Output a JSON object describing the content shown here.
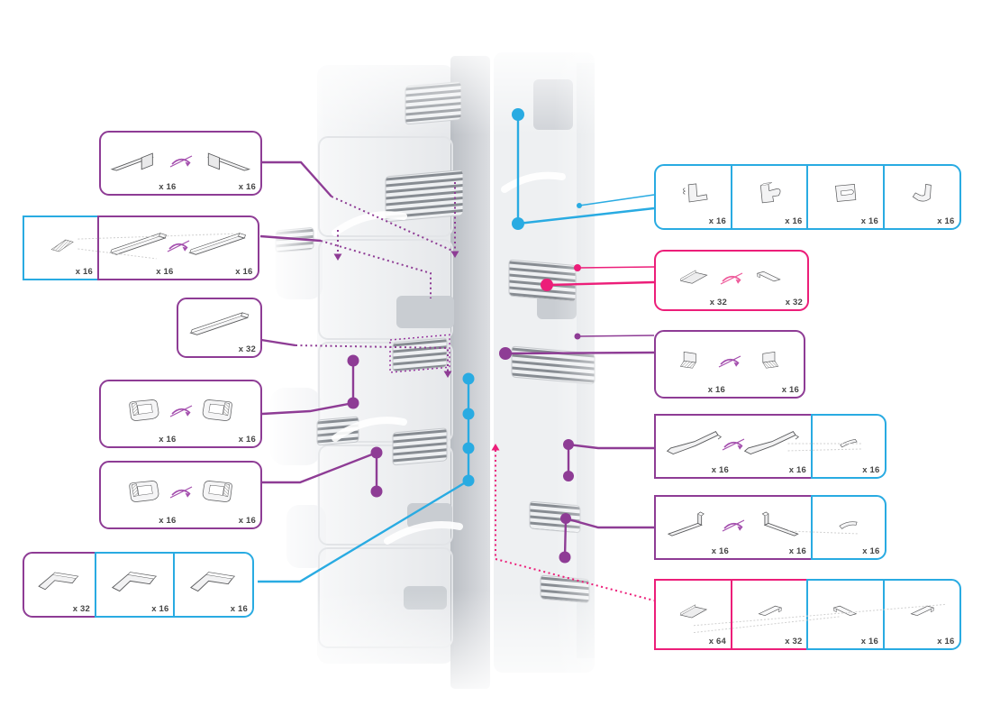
{
  "title": "construction-kit-exploded-parts-diagram",
  "colors": {
    "purple": "#8e3c95",
    "pink": "#ec1e79",
    "blue": "#29abe2",
    "part_outline": "#58595b"
  },
  "tower": {
    "name": "tower-model-illustration"
  },
  "boxes": {
    "l1": {
      "accent": "purple",
      "sections": [
        {
          "style": "purple",
          "flip_arrow": true,
          "parts": [
            {
              "shape": "step-bar",
              "qty": "x 16"
            },
            {
              "shape": "step-bar",
              "qty": "x 16"
            }
          ]
        }
      ]
    },
    "l2": {
      "accent": "blue+purple",
      "sections": [
        {
          "style": "blue",
          "parts": [
            {
              "shape": "hatch-plate",
              "qty": "x 16"
            }
          ]
        },
        {
          "style": "purple",
          "flip_arrow": true,
          "parts": [
            {
              "shape": "rod",
              "qty": "x 16"
            },
            {
              "shape": "rod",
              "qty": "x 16"
            }
          ]
        }
      ]
    },
    "l3": {
      "accent": "purple",
      "sections": [
        {
          "style": "purple",
          "parts": [
            {
              "shape": "rod",
              "qty": "x 32"
            }
          ]
        }
      ]
    },
    "l4": {
      "accent": "purple",
      "sections": [
        {
          "style": "purple",
          "flip_arrow": true,
          "parts": [
            {
              "shape": "clip",
              "qty": "x 16"
            },
            {
              "shape": "clip",
              "qty": "x 16"
            }
          ]
        }
      ]
    },
    "l5": {
      "accent": "purple",
      "sections": [
        {
          "style": "purple",
          "flip_arrow": true,
          "parts": [
            {
              "shape": "clip",
              "qty": "x 16"
            },
            {
              "shape": "clip",
              "qty": "x 16"
            }
          ]
        }
      ]
    },
    "l6": {
      "accent": "purple+blue",
      "sections": [
        {
          "style": "purple",
          "parts": [
            {
              "shape": "l-bracket",
              "qty": "x 32"
            }
          ]
        },
        {
          "style": "blue",
          "parts": [
            {
              "shape": "l-bracket",
              "qty": "x 16"
            }
          ]
        },
        {
          "style": "blue",
          "parts": [
            {
              "shape": "l-bracket",
              "qty": "x 16"
            }
          ]
        }
      ]
    },
    "r1": {
      "accent": "blue",
      "sections": [
        {
          "style": "blue",
          "parts": [
            {
              "shape": "bracket-1",
              "qty": "x 16"
            }
          ]
        },
        {
          "style": "blue",
          "parts": [
            {
              "shape": "bracket-2",
              "qty": "x 16"
            }
          ]
        },
        {
          "style": "blue",
          "parts": [
            {
              "shape": "bracket-3",
              "qty": "x 16"
            }
          ]
        },
        {
          "style": "blue",
          "parts": [
            {
              "shape": "bracket-4",
              "qty": "x 16"
            }
          ]
        }
      ]
    },
    "r2": {
      "accent": "pink",
      "sections": [
        {
          "style": "pink",
          "flip_arrow": true,
          "parts": [
            {
              "shape": "plate-a",
              "qty": "x 32"
            },
            {
              "shape": "plate-b",
              "qty": "x 32"
            }
          ]
        }
      ]
    },
    "r3": {
      "accent": "purple",
      "sections": [
        {
          "style": "purple",
          "flip_arrow": true,
          "parts": [
            {
              "shape": "corner-hatch",
              "qty": "x 16"
            },
            {
              "shape": "corner-hatch",
              "qty": "x 16"
            }
          ]
        }
      ]
    },
    "r4": {
      "accent": "purple+blue",
      "sections": [
        {
          "style": "purple",
          "flip_arrow": true,
          "parts": [
            {
              "shape": "rail",
              "qty": "x 16"
            },
            {
              "shape": "rail",
              "qty": "x 16"
            }
          ]
        },
        {
          "style": "blue",
          "parts": [
            {
              "shape": "rail-small",
              "qty": "x 16"
            }
          ]
        }
      ]
    },
    "r5": {
      "accent": "purple+blue",
      "sections": [
        {
          "style": "purple",
          "flip_arrow": true,
          "parts": [
            {
              "shape": "l-rod",
              "qty": "x 16"
            },
            {
              "shape": "l-rod",
              "qty": "x 16"
            }
          ]
        },
        {
          "style": "blue",
          "parts": [
            {
              "shape": "curve-small",
              "qty": "x 16"
            }
          ]
        }
      ]
    },
    "r6": {
      "accent": "pink+blue",
      "sections": [
        {
          "style": "pink",
          "parts": [
            {
              "shape": "plate-a",
              "qty": "x 64"
            }
          ]
        },
        {
          "style": "pink",
          "parts": [
            {
              "shape": "plate-b",
              "qty": "x 32"
            }
          ]
        },
        {
          "style": "blue",
          "parts": [
            {
              "shape": "plate-b",
              "qty": "x 16"
            }
          ]
        },
        {
          "style": "blue",
          "parts": [
            {
              "shape": "plate-b",
              "qty": "x 16"
            }
          ]
        }
      ]
    }
  }
}
